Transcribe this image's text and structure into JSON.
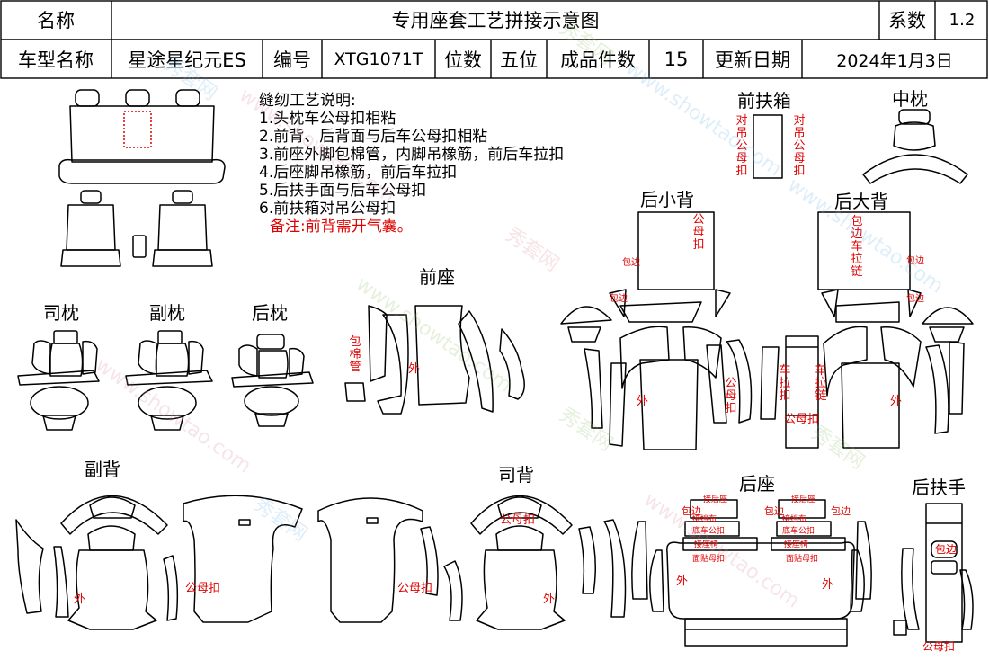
{
  "header": {
    "name_label": "名称",
    "title": "专用座套工艺拼接示意图",
    "coef_label": "系数",
    "coef_value": "1.2",
    "model_label": "车型名称",
    "model_value": "星途星纪元ES",
    "code_label": "编号",
    "code_value": "XTG1071T",
    "seats_label": "位数",
    "seats_value": "五位",
    "pieces_label": "成品件数",
    "pieces_value": "15",
    "date_label": "更新日期",
    "date_value": "2024年1月3日"
  },
  "notes": {
    "title": "缝纫工艺说明:",
    "items": [
      "1.头枕车公母扣相粘",
      "2.前背、后背面与后车公母扣相粘",
      "3.前座外脚包棉管，内脚吊橡筋，前后车拉扣",
      "4.后座脚吊橡筋，前后车拉扣",
      "5.后扶手面与后车公母扣",
      "6.前扶箱对吊公母扣"
    ],
    "remark": "备注:前背需开气囊。"
  },
  "sections": {
    "front_box": "前扶箱",
    "middle_pillow": "中枕",
    "rear_small_back": "后小背",
    "rear_big_back": "后大背",
    "front_seat": "前座",
    "driver_pillow": "司枕",
    "passenger_pillow": "副枕",
    "rear_pillow": "后枕",
    "passenger_back": "副背",
    "driver_back": "司背",
    "rear_seat": "后座",
    "rear_armrest": "后扶手"
  },
  "annotations": {
    "duidiao_gongmukou": "对吊公母扣",
    "gongmukou": "公母扣",
    "baobian": "包边",
    "baomianguan": "包棉管",
    "wai": "外",
    "chelakou": "车拉扣",
    "chelajian": "车拉链",
    "bianlajian": "包边车拉链",
    "jie_houzuo": "接后座",
    "jie_dangbu": "接挡布",
    "di_chegongkou": "底车公扣",
    "jiezuo_zhen": "接座椅",
    "mian_tiemukou": "面贴母扣"
  },
  "watermark": {
    "text1": "秀套网",
    "text2": "www.showtao.com"
  },
  "colors": {
    "line": "#000000",
    "annotation": "#e00000",
    "watermark": "#6fb6e8"
  }
}
